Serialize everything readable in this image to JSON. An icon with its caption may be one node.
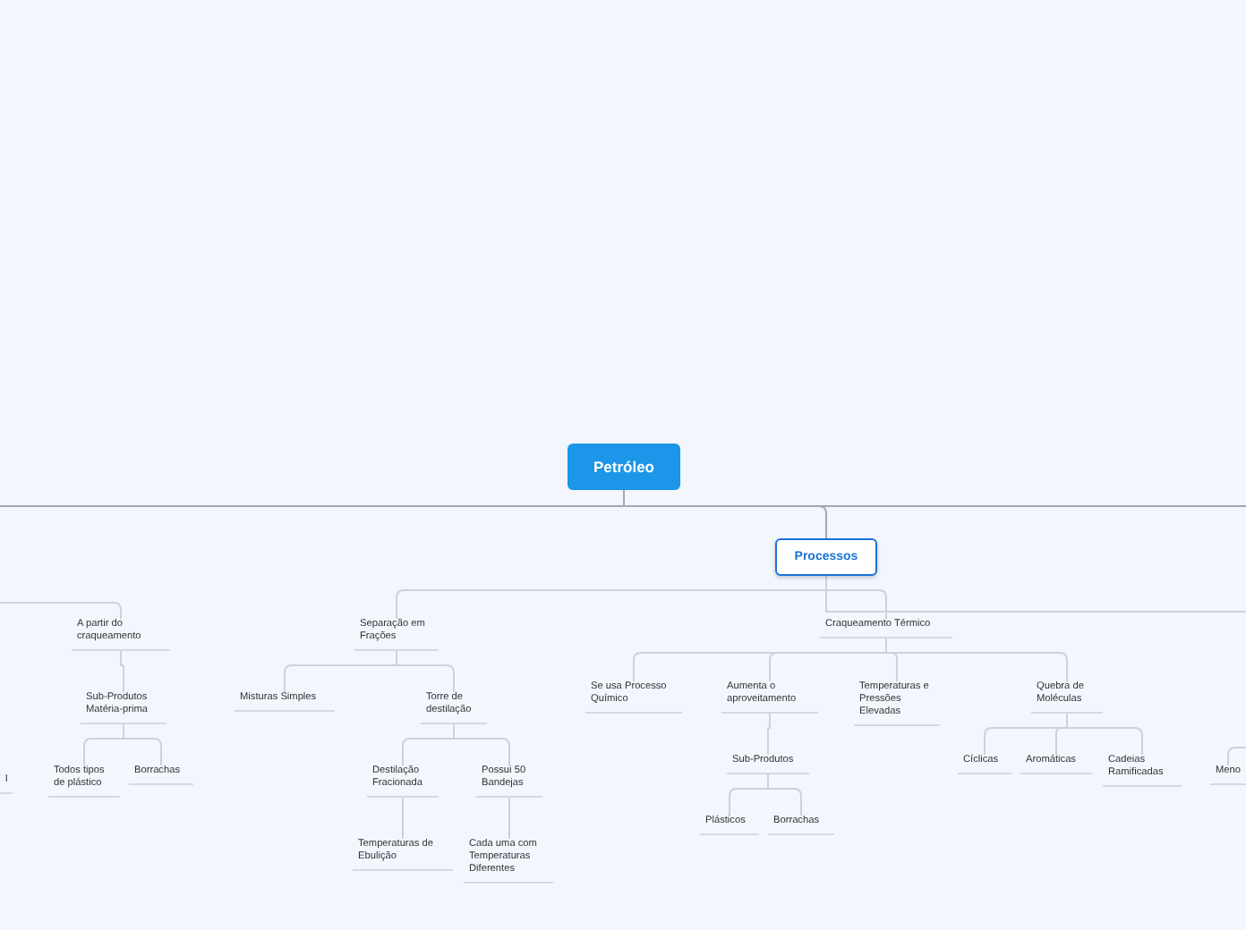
{
  "diagram": {
    "nodes": [
      {
        "text": [
          "Petróleo"
        ]
      },
      {
        "text": [
          "Processos"
        ]
      },
      {
        "text": [
          "A partir do craqueamento"
        ]
      },
      {
        "text": [
          "Sub-Produtos Matéria-prima"
        ]
      },
      {
        "text": [
          "Todos tipos de plástico"
        ]
      },
      {
        "text": [
          "Borrachas"
        ]
      },
      {
        "text": [
          "l"
        ]
      },
      {
        "text": [
          "Separação em Frações"
        ]
      },
      {
        "text": [
          "Misturas Simples"
        ]
      },
      {
        "text": [
          "Torre de destilação"
        ]
      },
      {
        "text": [
          "Destilação Fracionada"
        ]
      },
      {
        "text": [
          "Possui 50 Bandejas"
        ]
      },
      {
        "text": [
          "Temperaturas de Ebulição"
        ]
      },
      {
        "text": [
          "Cada uma com Temperaturas Diferentes"
        ]
      },
      {
        "text": [
          "Craqueamento Térmico"
        ]
      },
      {
        "text": [
          "Se usa Processo Químico"
        ]
      },
      {
        "text": [
          "Aumenta o aproveitamento"
        ]
      },
      {
        "text": [
          "Temperaturas e Pressões Elevadas"
        ]
      },
      {
        "text": [
          "Quebra de Moléculas"
        ]
      },
      {
        "text": [
          "Sub-Produtos"
        ]
      },
      {
        "text": [
          "Plásticos"
        ]
      },
      {
        "text": [
          "Borrachas"
        ]
      },
      {
        "text": [
          "Cíclicas"
        ]
      },
      {
        "text": [
          "Aromáticas"
        ]
      },
      {
        "text": [
          "Cadeias Ramificadas"
        ]
      },
      {
        "text": [
          "Meno"
        ]
      }
    ],
    "edges": [
      {
        "from": 0,
        "to": 1,
        "arrow": "none"
      },
      {
        "from": 0,
        "to": null,
        "arrow": "none"
      },
      {
        "from": 0,
        "to": null,
        "arrow": "none"
      },
      {
        "from": 1,
        "to": 7,
        "arrow": "none"
      },
      {
        "from": 1,
        "to": 14,
        "arrow": "none"
      },
      {
        "from": 1,
        "to": null,
        "arrow": "none"
      },
      {
        "from": null,
        "to": 2,
        "arrow": "none"
      },
      {
        "from": 2,
        "to": 3,
        "arrow": "none"
      },
      {
        "from": 3,
        "to": 4,
        "arrow": "none"
      },
      {
        "from": 3,
        "to": 5,
        "arrow": "none"
      },
      {
        "from": 7,
        "to": 8,
        "arrow": "none"
      },
      {
        "from": 7,
        "to": 9,
        "arrow": "none"
      },
      {
        "from": 9,
        "to": 10,
        "arrow": "none"
      },
      {
        "from": 9,
        "to": 11,
        "arrow": "none"
      },
      {
        "from": 10,
        "to": 12,
        "arrow": "none"
      },
      {
        "from": 11,
        "to": 13,
        "arrow": "none"
      },
      {
        "from": 14,
        "to": 15,
        "arrow": "none"
      },
      {
        "from": 14,
        "to": 16,
        "arrow": "none"
      },
      {
        "from": 14,
        "to": 17,
        "arrow": "none"
      },
      {
        "from": 14,
        "to": 18,
        "arrow": "none"
      },
      {
        "from": 16,
        "to": 19,
        "arrow": "none"
      },
      {
        "from": 19,
        "to": 20,
        "arrow": "none"
      },
      {
        "from": 19,
        "to": 21,
        "arrow": "none"
      },
      {
        "from": 18,
        "to": 22,
        "arrow": "none"
      },
      {
        "from": 18,
        "to": 23,
        "arrow": "none"
      },
      {
        "from": 18,
        "to": 24,
        "arrow": "none"
      },
      {
        "from": null,
        "to": 25,
        "arrow": "none"
      }
    ]
  }
}
